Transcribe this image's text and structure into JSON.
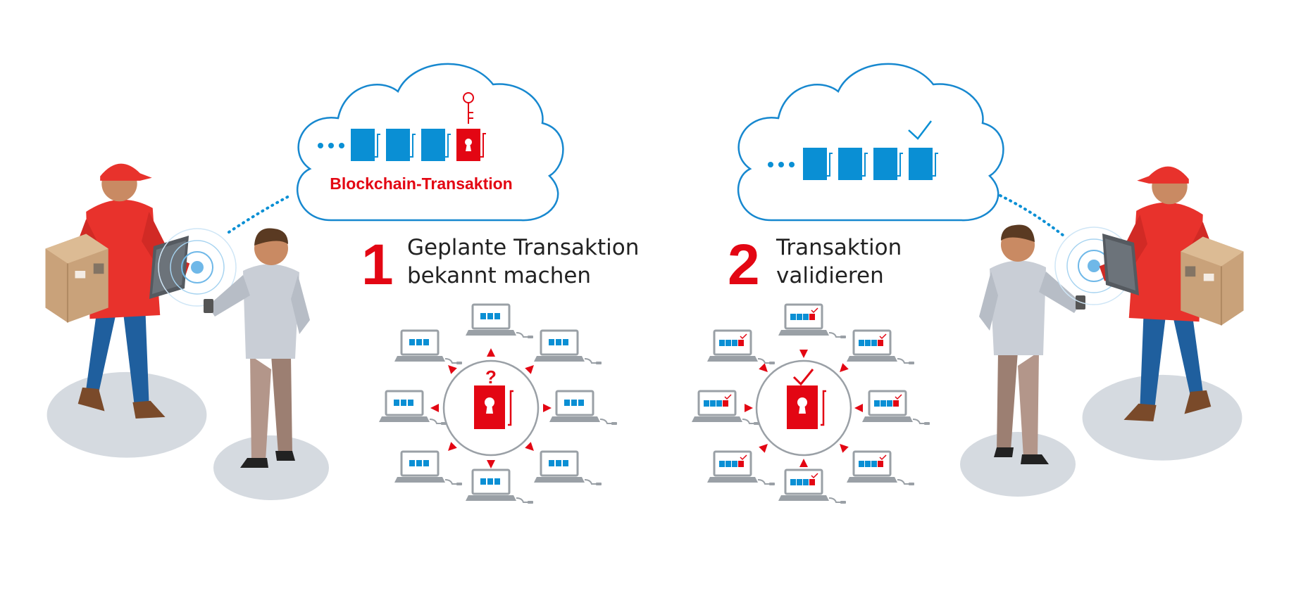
{
  "colors": {
    "red": "#e30613",
    "blue": "#0a8fd4",
    "cloud_stroke": "#1788cf",
    "gray": "#9aa0a6",
    "shirt": "#e8322c",
    "jeans": "#1f5f9e",
    "sweater": "#c9ced6",
    "pants": "#a18778",
    "box": "#c9a27a",
    "shadow": "#d5dae0"
  },
  "cloud_left": {
    "label": "Blockchain-Transaktion",
    "icons": [
      "ellipsis-icon",
      "block-icon",
      "block-icon",
      "block-icon",
      "locked-block-icon",
      "key-icon"
    ]
  },
  "cloud_right": {
    "icons": [
      "ellipsis-icon",
      "block-icon",
      "block-icon",
      "block-icon",
      "block-icon",
      "checkmark-icon"
    ]
  },
  "step1": {
    "number": "1",
    "line1": "Geplante Transaktion",
    "line2": "bekannt machen",
    "center_symbol": "?"
  },
  "step2": {
    "number": "2",
    "line1": "Transaktion",
    "line2": "validieren"
  },
  "people": [
    "delivery-man-left",
    "customer-left",
    "customer-right",
    "delivery-man-right"
  ]
}
